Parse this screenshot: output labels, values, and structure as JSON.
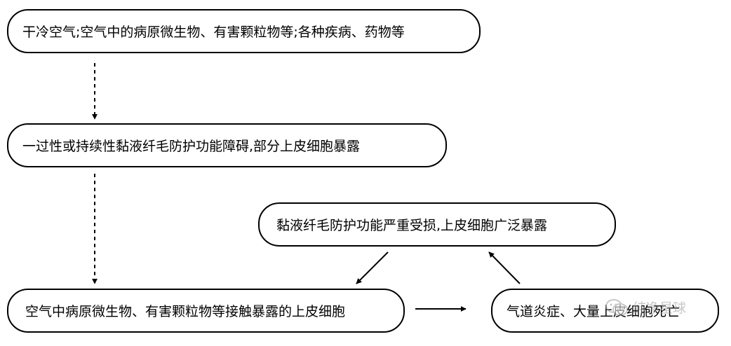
{
  "nodes": {
    "exposure_factors": "干冷空气;空气中的病原微生物、有害颗粒物等;各种疾病、药物等",
    "transient_dysfunction": "一过性或持续性黏液纤毛防护功能障碍,部分上皮细胞暴露",
    "severe_damage": "黏液纤毛防护功能严重受损,上皮细胞广泛暴露",
    "cell_contact": "空气中病原微生物、有害颗粒物等接触暴露的上皮细胞",
    "inflammation": "气道炎症、大量上皮细胞死亡"
  },
  "watermark": {
    "text": "纯净星球",
    "icon": "wechat-icon"
  },
  "colors": {
    "stroke": "#000000",
    "background": "#ffffff",
    "watermark": "#9a9a9a"
  }
}
